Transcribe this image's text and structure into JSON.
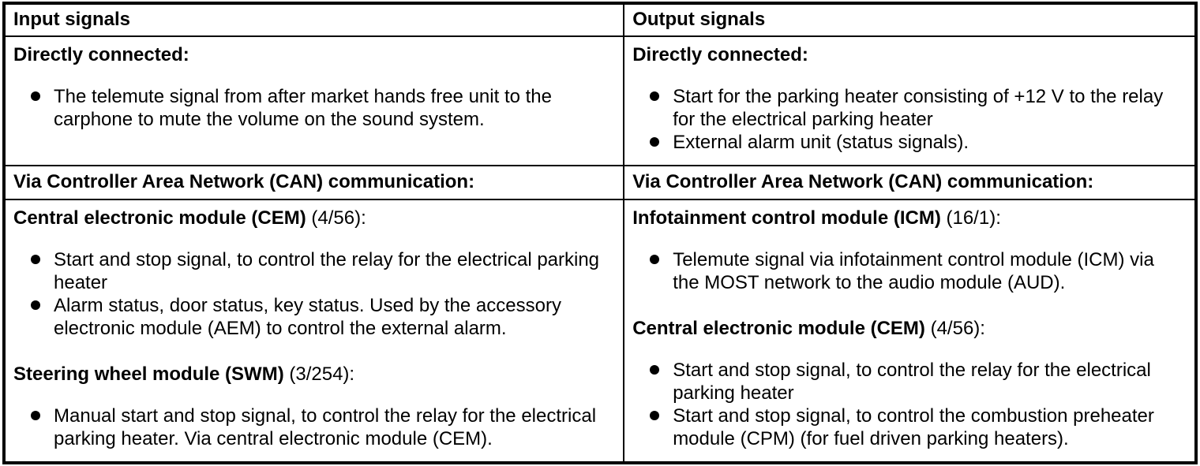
{
  "colors": {
    "text": "#000000",
    "border": "#000000",
    "background": "#ffffff"
  },
  "table": {
    "headers": {
      "input": "Input signals",
      "output": "Output signals"
    },
    "directly_connected": {
      "input": {
        "title": "Directly connected:",
        "bullets": [
          "The telemute signal from after market hands free unit to the carphone to mute the volume on the sound system."
        ]
      },
      "output": {
        "title": "Directly connected:",
        "bullets": [
          "Start for the parking heater consisting of +12 V to the relay for the electrical parking heater",
          "External alarm unit (status signals)."
        ]
      }
    },
    "can_row": {
      "input": "Via Controller Area Network (CAN) communication:",
      "output": "Via Controller Area Network (CAN) communication:"
    },
    "can_modules": {
      "input": [
        {
          "module": "Central electronic module (CEM)",
          "designation": " (4/56):",
          "bullets": [
            "Start and stop signal, to control the relay for the electrical parking heater",
            "Alarm status, door status, key status. Used by the accessory electronic module (AEM) to control the external alarm."
          ]
        },
        {
          "module": "Steering wheel module (SWM)",
          "designation": " (3/254):",
          "bullets": [
            "Manual start and stop signal, to control the relay for the electrical parking heater. Via central electronic module (CEM)."
          ]
        }
      ],
      "output": [
        {
          "module": "Infotainment control module (ICM)",
          "designation": " (16/1):",
          "bullets": [
            "Telemute signal via infotainment control module (ICM) via the MOST network to the audio module (AUD)."
          ]
        },
        {
          "module": "Central electronic module (CEM)",
          "designation": " (4/56):",
          "bullets": [
            "Start and stop signal, to control the relay for the electrical parking heater",
            "Start and stop signal, to control the combustion preheater module (CPM) (for fuel driven parking heaters)."
          ]
        }
      ]
    }
  }
}
